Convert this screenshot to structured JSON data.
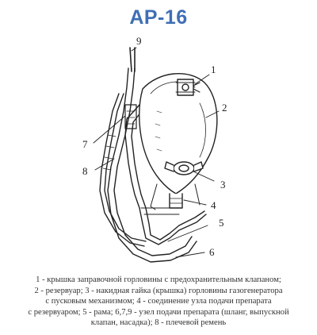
{
  "title": "АР-16",
  "callouts": {
    "c1": "1",
    "c2": "2",
    "c3": "3",
    "c4": "4",
    "c5": "5",
    "c6": "6",
    "c7": "7",
    "c8": "8",
    "c9": "9"
  },
  "caption_lines": [
    "1 - крышка заправочной горловины с предохранительным клапаном;",
    "2 - резервуар; 3 - накидная гайка (крышка) горловины газогенератора",
    "с пусковым механизмом; 4 - соединение узла подачи препарата",
    "с резервуаром; 5 - рама; 6,7,9 - узел подачи препарата (шланг, выпускной",
    "клапан, насадка); 8 - плечевой ремень"
  ],
  "colors": {
    "title": "#3f6fb5",
    "ink": "#222222",
    "caption": "#333333"
  }
}
